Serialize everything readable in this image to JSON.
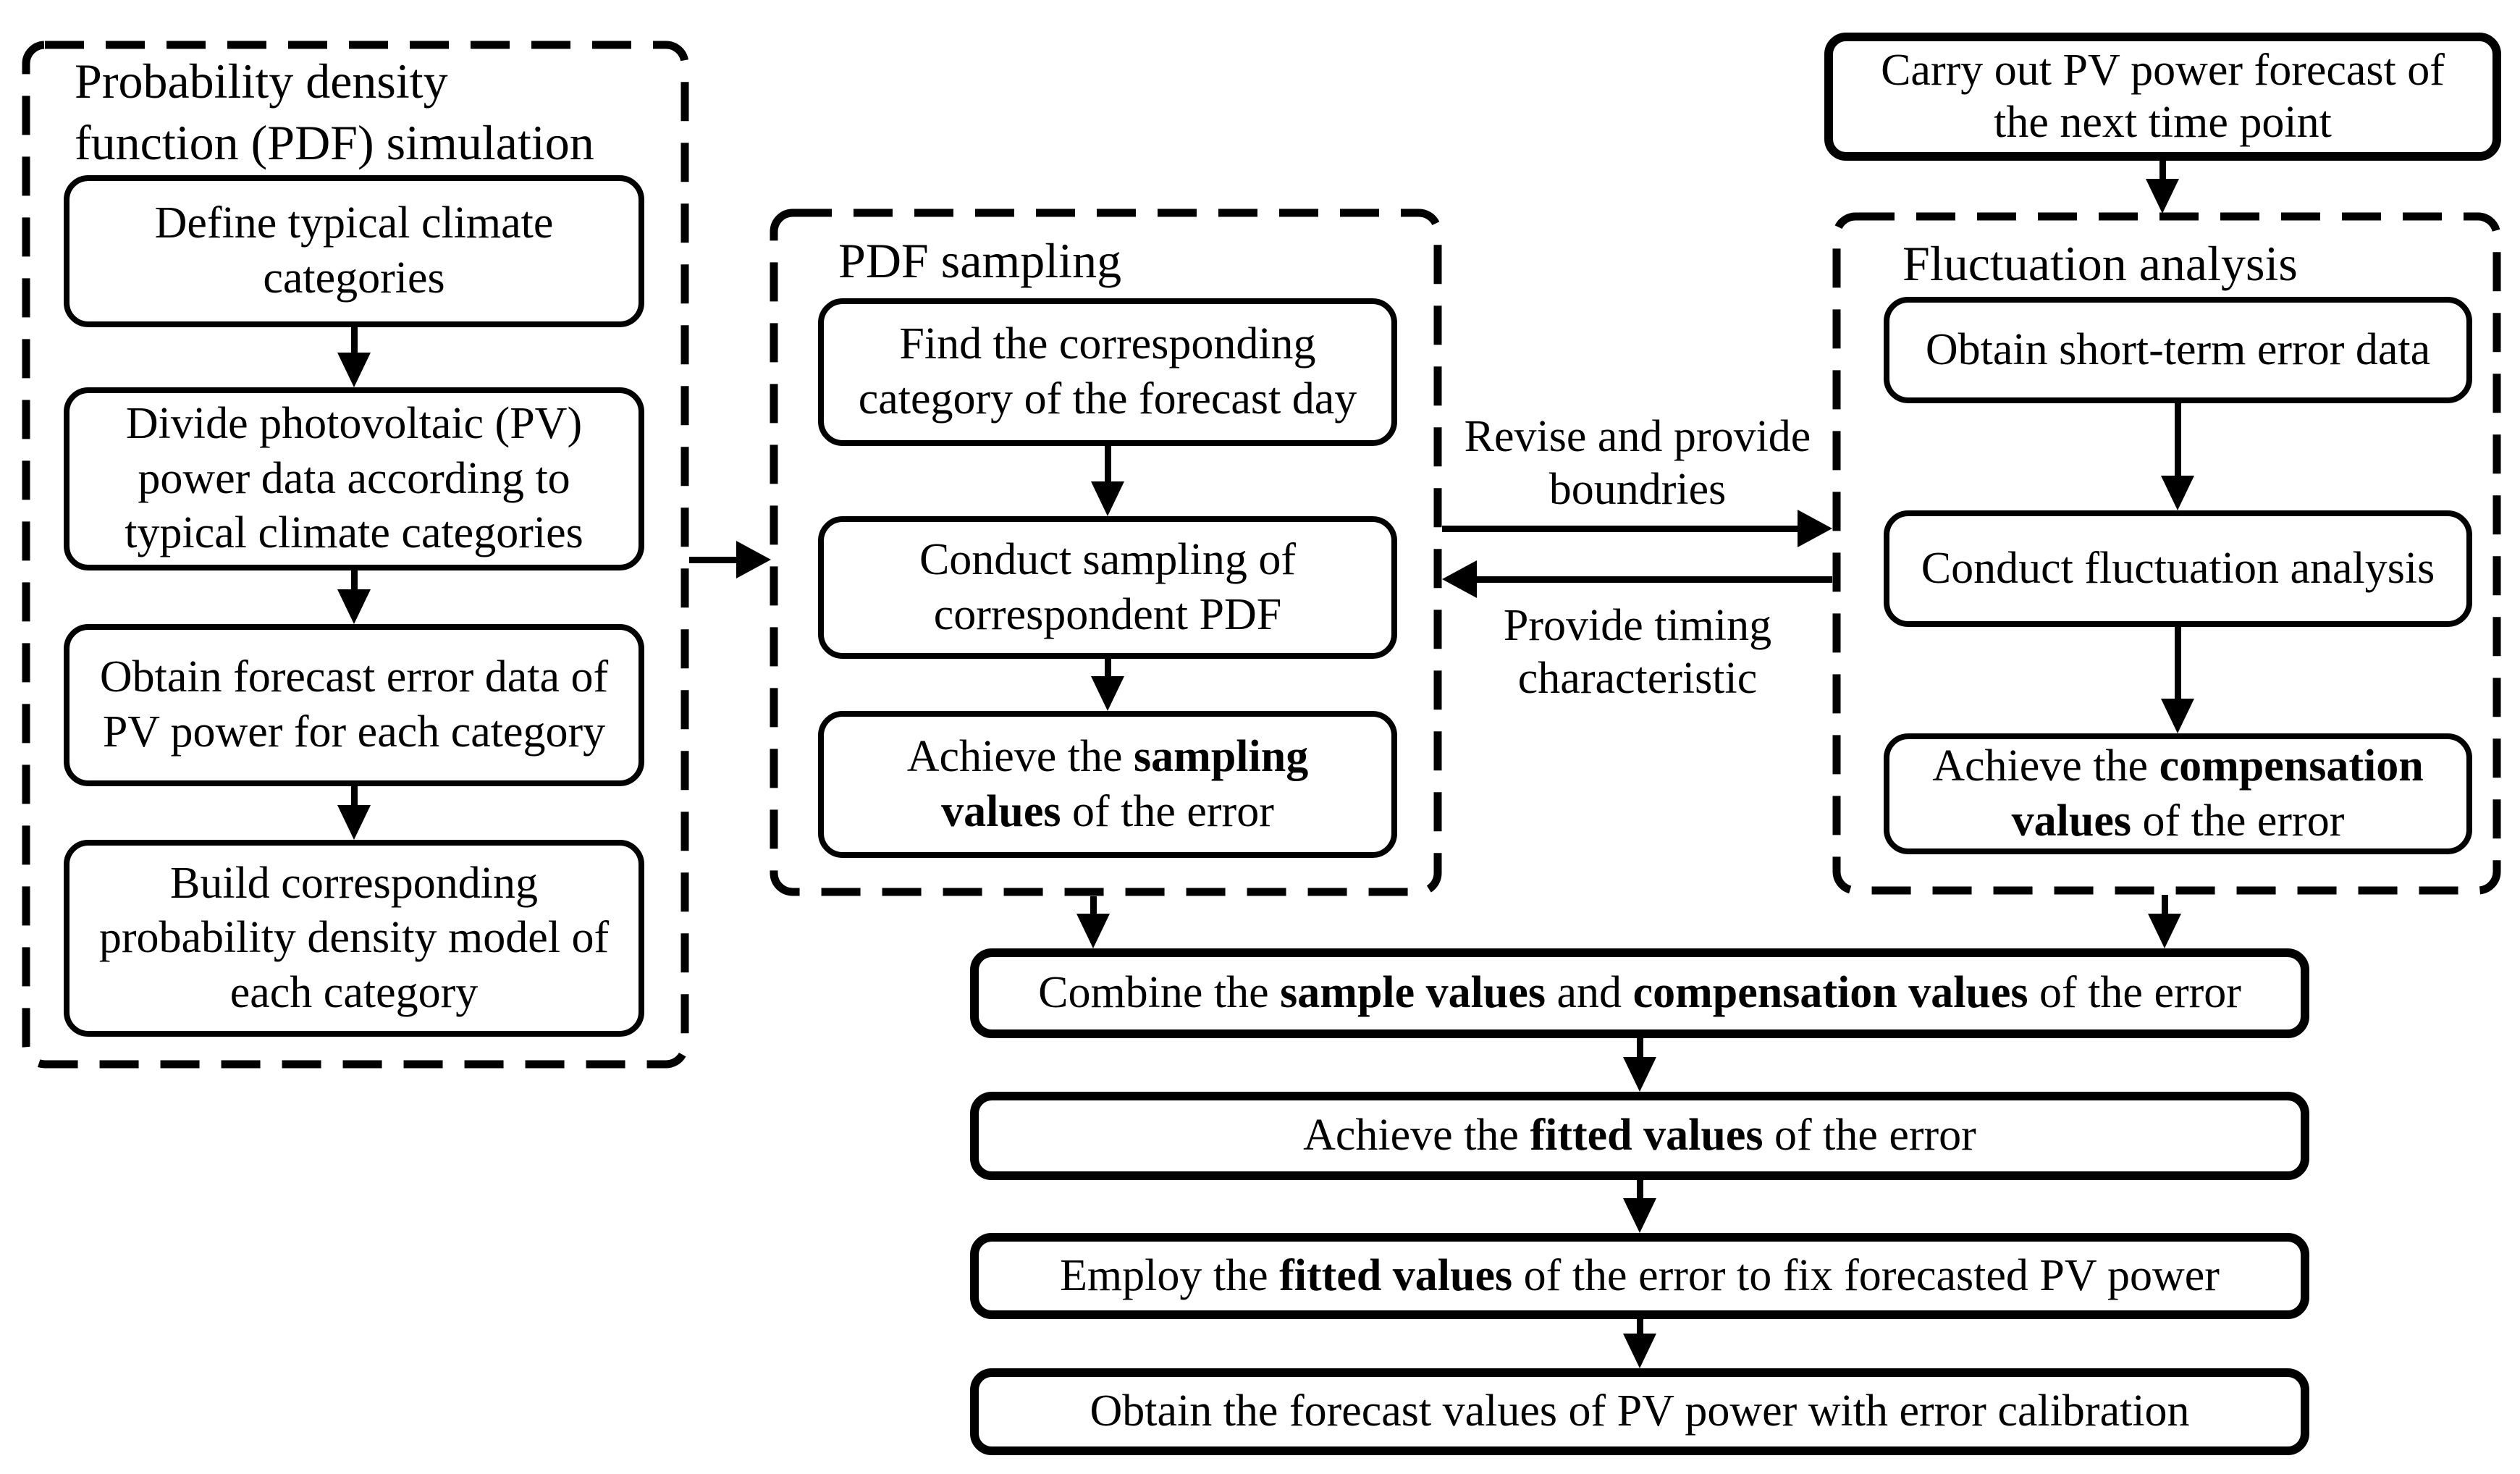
{
  "colors": {
    "ink": "#000000",
    "background": "#ffffff"
  },
  "left_panel": {
    "title_line1": "Probability density",
    "title_line2": "function (PDF) simulation",
    "boxes": [
      {
        "lines": [
          "Define typical climate",
          "categories"
        ]
      },
      {
        "lines": [
          "Divide photovoltaic (PV)",
          "power data according to",
          "typical climate categories"
        ]
      },
      {
        "lines": [
          "Obtain forecast error data of",
          "PV power for each category"
        ]
      },
      {
        "lines": [
          "Build corresponding",
          "probability density model of",
          "each category"
        ]
      }
    ]
  },
  "sampling_panel": {
    "title": "PDF sampling",
    "boxes": [
      {
        "lines": [
          "Find the corresponding",
          "category of the forecast day"
        ]
      },
      {
        "lines": [
          "Conduct sampling of",
          "correspondent PDF"
        ]
      },
      {
        "lines": [
          "Achieve the **sampling**",
          "**values** of the error"
        ]
      }
    ]
  },
  "forecast_box": {
    "lines": [
      "Carry out PV power forecast of",
      "the next time point"
    ]
  },
  "fluctuation_panel": {
    "title": "Fluctuation analysis",
    "boxes": [
      {
        "lines": [
          "Obtain short-term error data"
        ]
      },
      {
        "lines": [
          "Conduct fluctuation analysis"
        ]
      },
      {
        "lines": [
          "Achieve the **compensation**",
          "**values** of the error"
        ]
      }
    ]
  },
  "link_labels": {
    "to_fluctuation_line1": "Revise and provide",
    "to_fluctuation_line2": "boundries",
    "to_sampling_line1": "Provide timing",
    "to_sampling_line2": "characteristic"
  },
  "bottom_boxes": [
    {
      "lines": [
        "Combine the **sample values** and **compensation values** of the error"
      ]
    },
    {
      "lines": [
        "Achieve the **fitted values** of the error"
      ]
    },
    {
      "lines": [
        "Employ the **fitted values** of the error to fix forecasted PV power"
      ]
    },
    {
      "lines": [
        "Obtain the forecast values of PV power with error calibration"
      ]
    }
  ]
}
